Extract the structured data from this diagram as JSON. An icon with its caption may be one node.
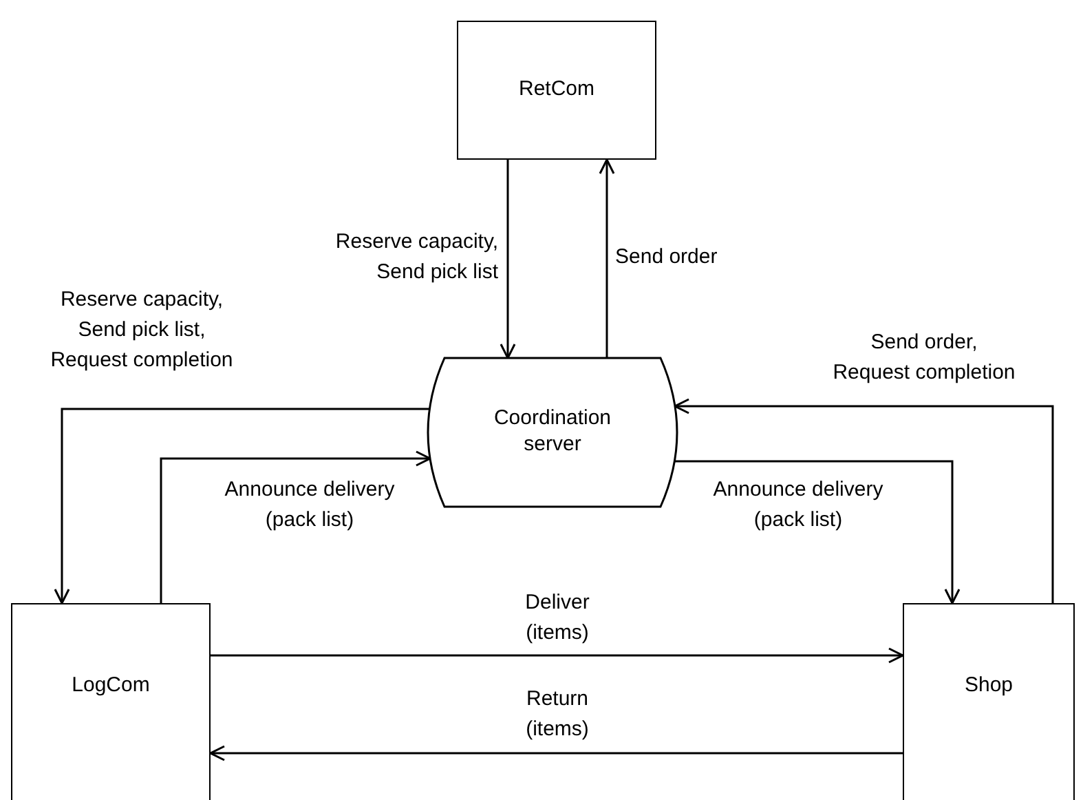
{
  "diagram": {
    "nodes": [
      {
        "text": [
          "RetCom"
        ]
      },
      {
        "text": [
          "Coordination server"
        ]
      },
      {
        "text": [
          "LogCom"
        ]
      },
      {
        "text": [
          "Shop"
        ]
      }
    ],
    "edges": [
      {
        "from": 0,
        "to": 1,
        "arrow": "to",
        "label": "Reserve capacity, Send pick list"
      },
      {
        "from": 1,
        "to": 0,
        "arrow": "to",
        "label": "Send order"
      },
      {
        "from": 1,
        "to": 2,
        "arrow": "to",
        "label": "Reserve capacity, Send pick list, Request completion"
      },
      {
        "from": 2,
        "to": 1,
        "arrow": "to",
        "label": "Announce delivery (pack list)"
      },
      {
        "from": 1,
        "to": 3,
        "arrow": "to",
        "label": "Announce delivery (pack list)"
      },
      {
        "from": 3,
        "to": 1,
        "arrow": "to",
        "label": "Send order, Request completion"
      },
      {
        "from": 2,
        "to": 3,
        "arrow": "to",
        "label": "Deliver (items)"
      },
      {
        "from": 3,
        "to": 2,
        "arrow": "to",
        "label": "Return (items)"
      }
    ]
  }
}
